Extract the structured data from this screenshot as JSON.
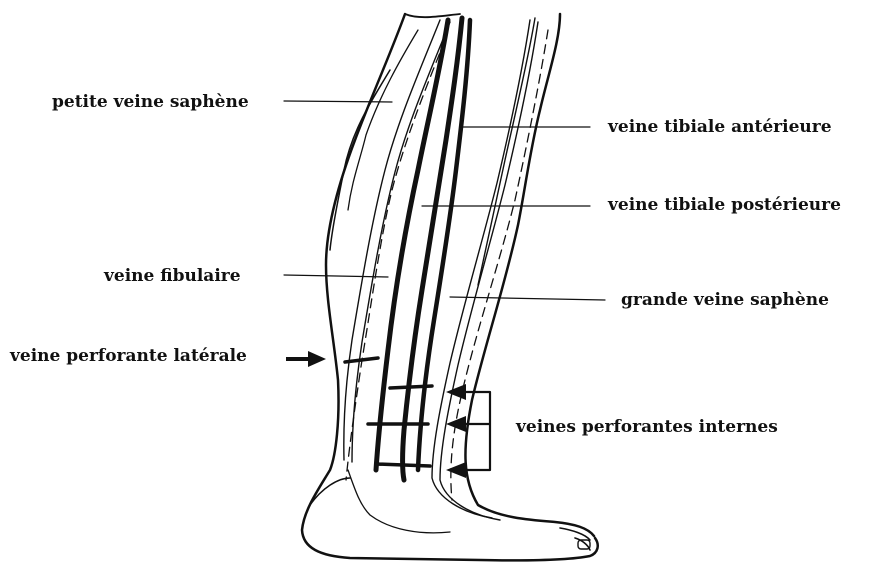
{
  "labels": {
    "small_saphenous": "petite veine saphène",
    "anterior_tibial": "veine tibiale antérieure",
    "posterior_tibial": "veine tibiale postérieure",
    "fibular": "veine fibulaire",
    "great_saphenous": "grande veine saphène",
    "lateral_perforator": "veine perforante latérale",
    "internal_perforators": "veines perforantes internes"
  }
}
